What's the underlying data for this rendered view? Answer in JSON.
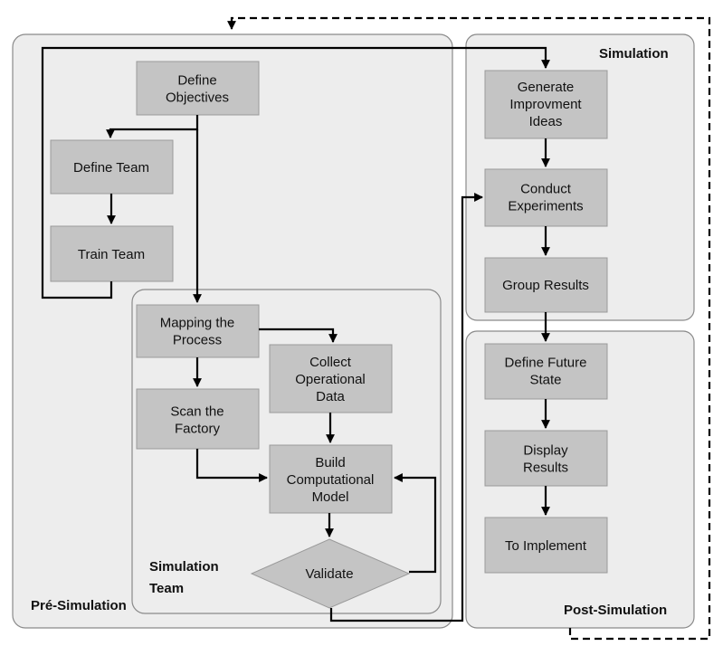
{
  "panels": {
    "pre_simulation": "Pré-Simulation",
    "simulation_team_line1": "Simulation",
    "simulation_team_line2": "Team",
    "simulation": "Simulation",
    "post_simulation": "Post-Simulation"
  },
  "nodes": {
    "define_objectives": [
      "Define",
      "Objectives"
    ],
    "define_team": [
      "Define Team"
    ],
    "train_team": [
      "Train Team"
    ],
    "mapping_process": [
      "Mapping the",
      "Process"
    ],
    "collect_data": [
      "Collect",
      "Operational",
      "Data"
    ],
    "scan_factory": [
      "Scan the",
      "Factory"
    ],
    "build_model": [
      "Build",
      "Computational",
      "Model"
    ],
    "validate": [
      "Validate"
    ],
    "generate_ideas": [
      "Generate",
      "Improvment",
      "Ideas"
    ],
    "conduct_experiments": [
      "Conduct",
      "Experiments"
    ],
    "group_results": [
      "Group Results"
    ],
    "define_future_state": [
      "Define Future",
      "State"
    ],
    "display_results": [
      "Display",
      "Results"
    ],
    "to_implement": [
      "To Implement"
    ]
  },
  "colors": {
    "panel_fill": "#ededed",
    "box_fill": "#c4c4c4",
    "edge": "#000000"
  }
}
